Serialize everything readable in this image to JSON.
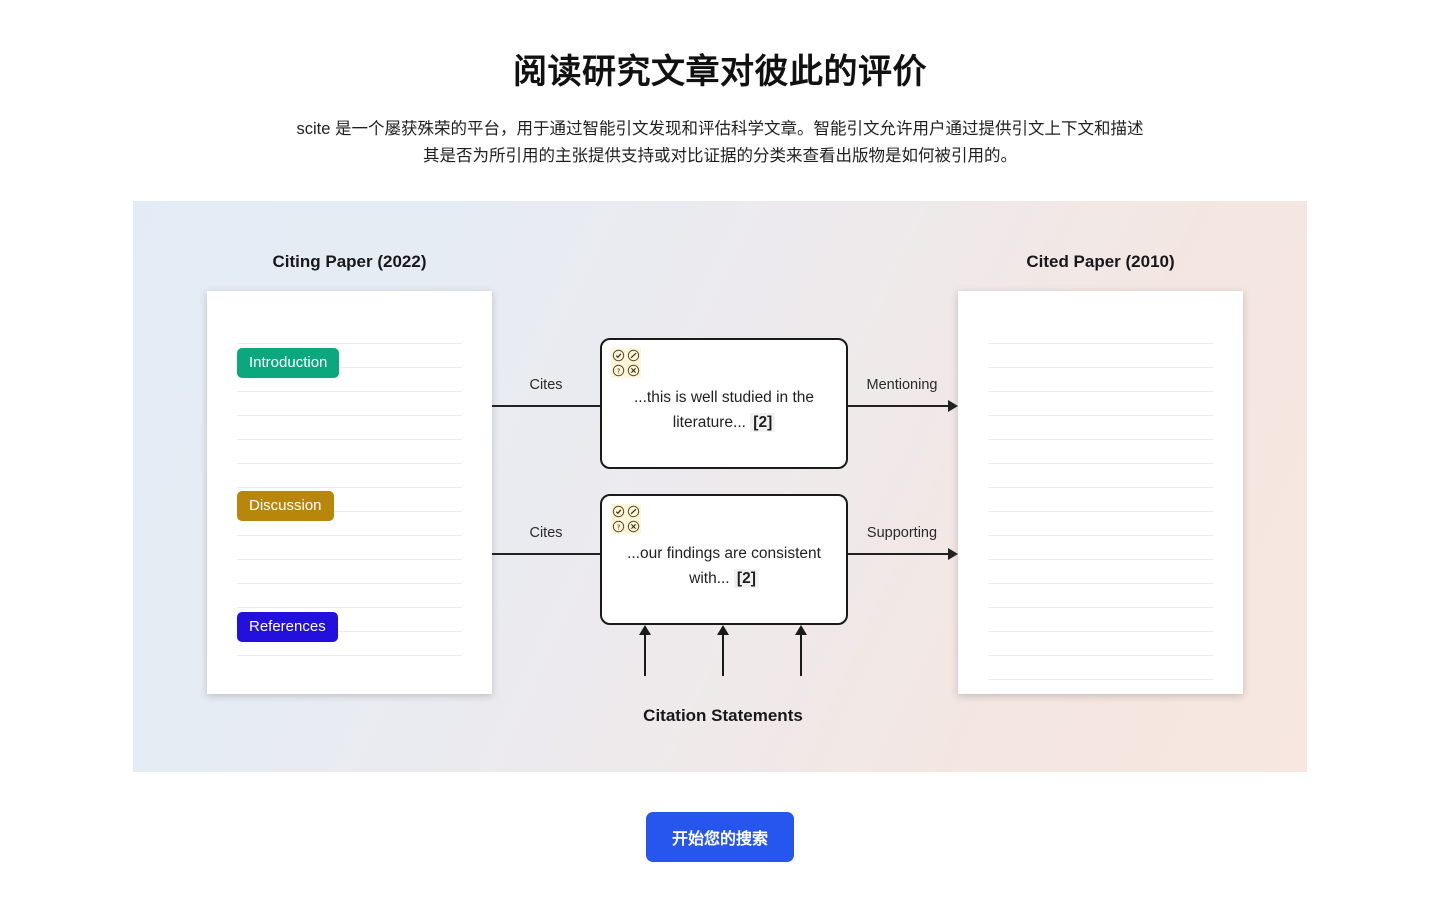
{
  "header": {
    "title": "阅读研究文章对彼此的评价",
    "subtitle": "scite 是一个屡获殊荣的平台，用于通过智能引文发现和评估科学文章。智能引文允许用户通过提供引文上下文和描述其是否为所引用的主张提供支持或对比证据的分类来查看出版物是如何被引用的。"
  },
  "diagram": {
    "citing_paper": {
      "title": "Citing Paper (2022)",
      "badges": [
        {
          "label": "Introduction",
          "color": "#0ba87e"
        },
        {
          "label": "Discussion",
          "color": "#b8860b"
        },
        {
          "label": "References",
          "color": "#2410dd"
        }
      ],
      "line_count": 14
    },
    "cited_paper": {
      "title": "Cited Paper (2010)",
      "line_count": 15
    },
    "connectors": {
      "cites_top": "Cites",
      "cites_bottom": "Cites",
      "mentioning": "Mentioning",
      "supporting": "Supporting"
    },
    "statements": [
      {
        "text": "...this is well studied in the literature... ",
        "reference": "[2]",
        "icons": [
          "check-circle-icon",
          "slash-circle-icon",
          "question-circle-icon",
          "x-circle-icon"
        ]
      },
      {
        "text": "...our findings are consistent with... ",
        "reference": "[2]",
        "icons": [
          "check-circle-icon",
          "slash-circle-icon",
          "question-circle-icon",
          "x-circle-icon"
        ]
      }
    ],
    "statements_label": "Citation Statements",
    "colors": {
      "panel_left": "#e3ecf6",
      "panel_right": "#f7e7e0",
      "line": "#1a1a1a",
      "tally_bg": "#fdf6dd"
    }
  },
  "cta": {
    "label": "开始您的搜索",
    "color": "#2756ef"
  }
}
